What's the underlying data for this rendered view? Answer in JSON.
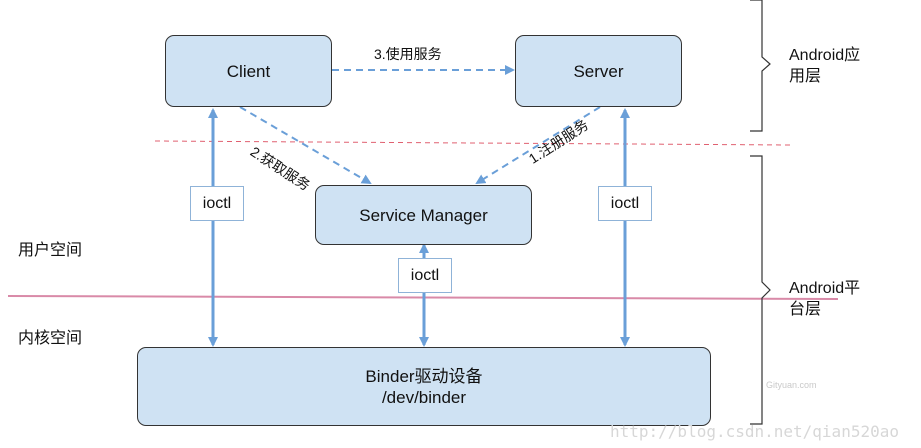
{
  "nodes": {
    "client": "Client",
    "server": "Server",
    "service_manager": "Service Manager",
    "binder_line1": "Binder驱动设备",
    "binder_line2": "/dev/binder"
  },
  "edges": {
    "use_service": "3.使用服务",
    "get_service": "2.获取服务",
    "register_service": "1.注册服务",
    "ioctl_client": "ioctl",
    "ioctl_sm": "ioctl",
    "ioctl_server": "ioctl"
  },
  "zones": {
    "user_space": "用户空间",
    "kernel_space": "内核空间"
  },
  "layers": {
    "app_layer_line1": "Android应",
    "app_layer_line2": "用层",
    "platform_layer_line1": "Android平",
    "platform_layer_line2": "台层"
  },
  "watermarks": {
    "gityuan": "Gityuan.com",
    "csdn": "http://blog.csdn.net/qian520ao"
  },
  "colors": {
    "box_fill": "#cfe2f3",
    "arrow_blue": "#6a9fd8",
    "divider_red": "#e06070",
    "divider_pink": "#d98aa8"
  }
}
